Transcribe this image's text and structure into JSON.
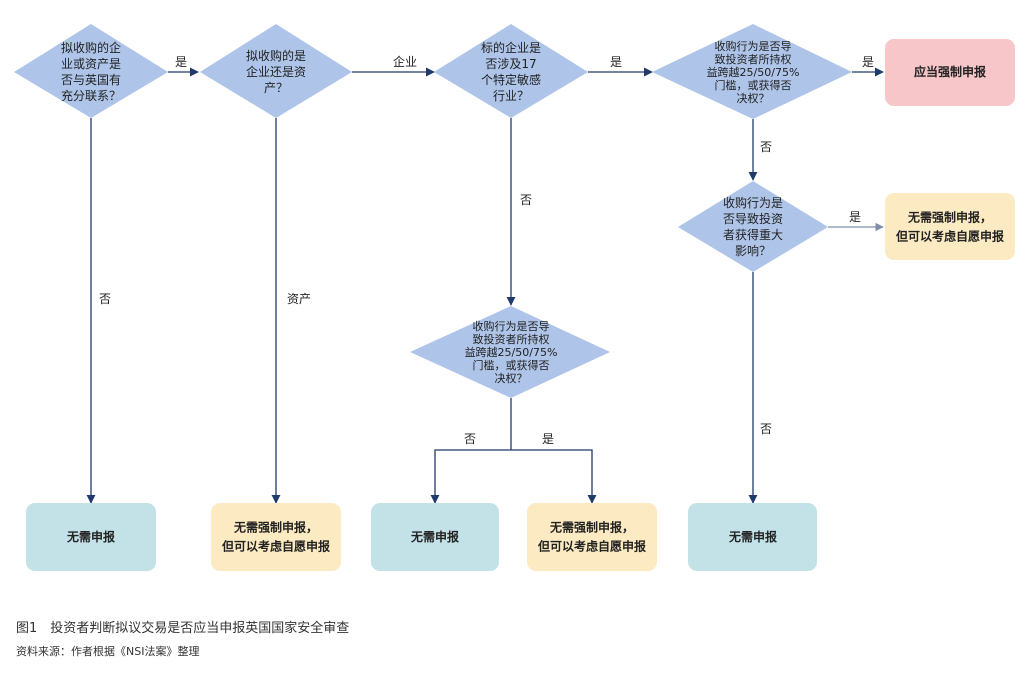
{
  "nodes": {
    "q1": [
      "拟收购的企",
      "业或资产是",
      "否与英国有",
      "充分联系？"
    ],
    "q2": [
      "拟收购的是",
      "企业还是资",
      "产？"
    ],
    "q3": [
      "标的企业是",
      "否涉及17",
      "个特定敏感",
      "行业？"
    ],
    "q4": [
      "收购行为是否导",
      "致投资者所持权",
      "益跨越25/50/75%",
      "门槛，或获得否",
      "决权？"
    ],
    "q5": [
      "收购行为是",
      "否导致投资",
      "者获得重大",
      "影响？"
    ],
    "q6": [
      "收购行为是否导",
      "致投资者所持权",
      "益跨越25/50/75%",
      "门槛，或获得否",
      "决权？"
    ],
    "r_mandatory": [
      "应当强制申报"
    ],
    "r_none_1": [
      "无需申报"
    ],
    "r_voluntary_1": [
      "无需强制申报，",
      "但可以考虑自愿申报"
    ],
    "r_none_2": [
      "无需申报"
    ],
    "r_voluntary_2": [
      "无需强制申报，",
      "但可以考虑自愿申报"
    ],
    "r_none_3": [
      "无需申报"
    ],
    "r_voluntary_3": [
      "无需强制申报，",
      "但可以考虑自愿申报"
    ]
  },
  "edge_labels": {
    "q1_yes": "是",
    "q1_no": "否",
    "q2_enterprise": "企业",
    "q2_asset": "资产",
    "q3_yes": "是",
    "q3_no": "否",
    "q4_yes": "是",
    "q4_no": "否",
    "q5_yes": "是",
    "q5_no": "否",
    "q6_no": "否",
    "q6_yes": "是"
  },
  "caption": "图1　投资者判断拟议交易是否应当申报英国国家安全审查",
  "source": "资料来源：作者根据《NSI法案》整理",
  "colors": {
    "diamond": "#aec4e8",
    "arrow": "#1f3a6b",
    "mandatory": "#f7c6c9",
    "none": "#c3e2e8",
    "voluntary": "#fcebc2"
  }
}
